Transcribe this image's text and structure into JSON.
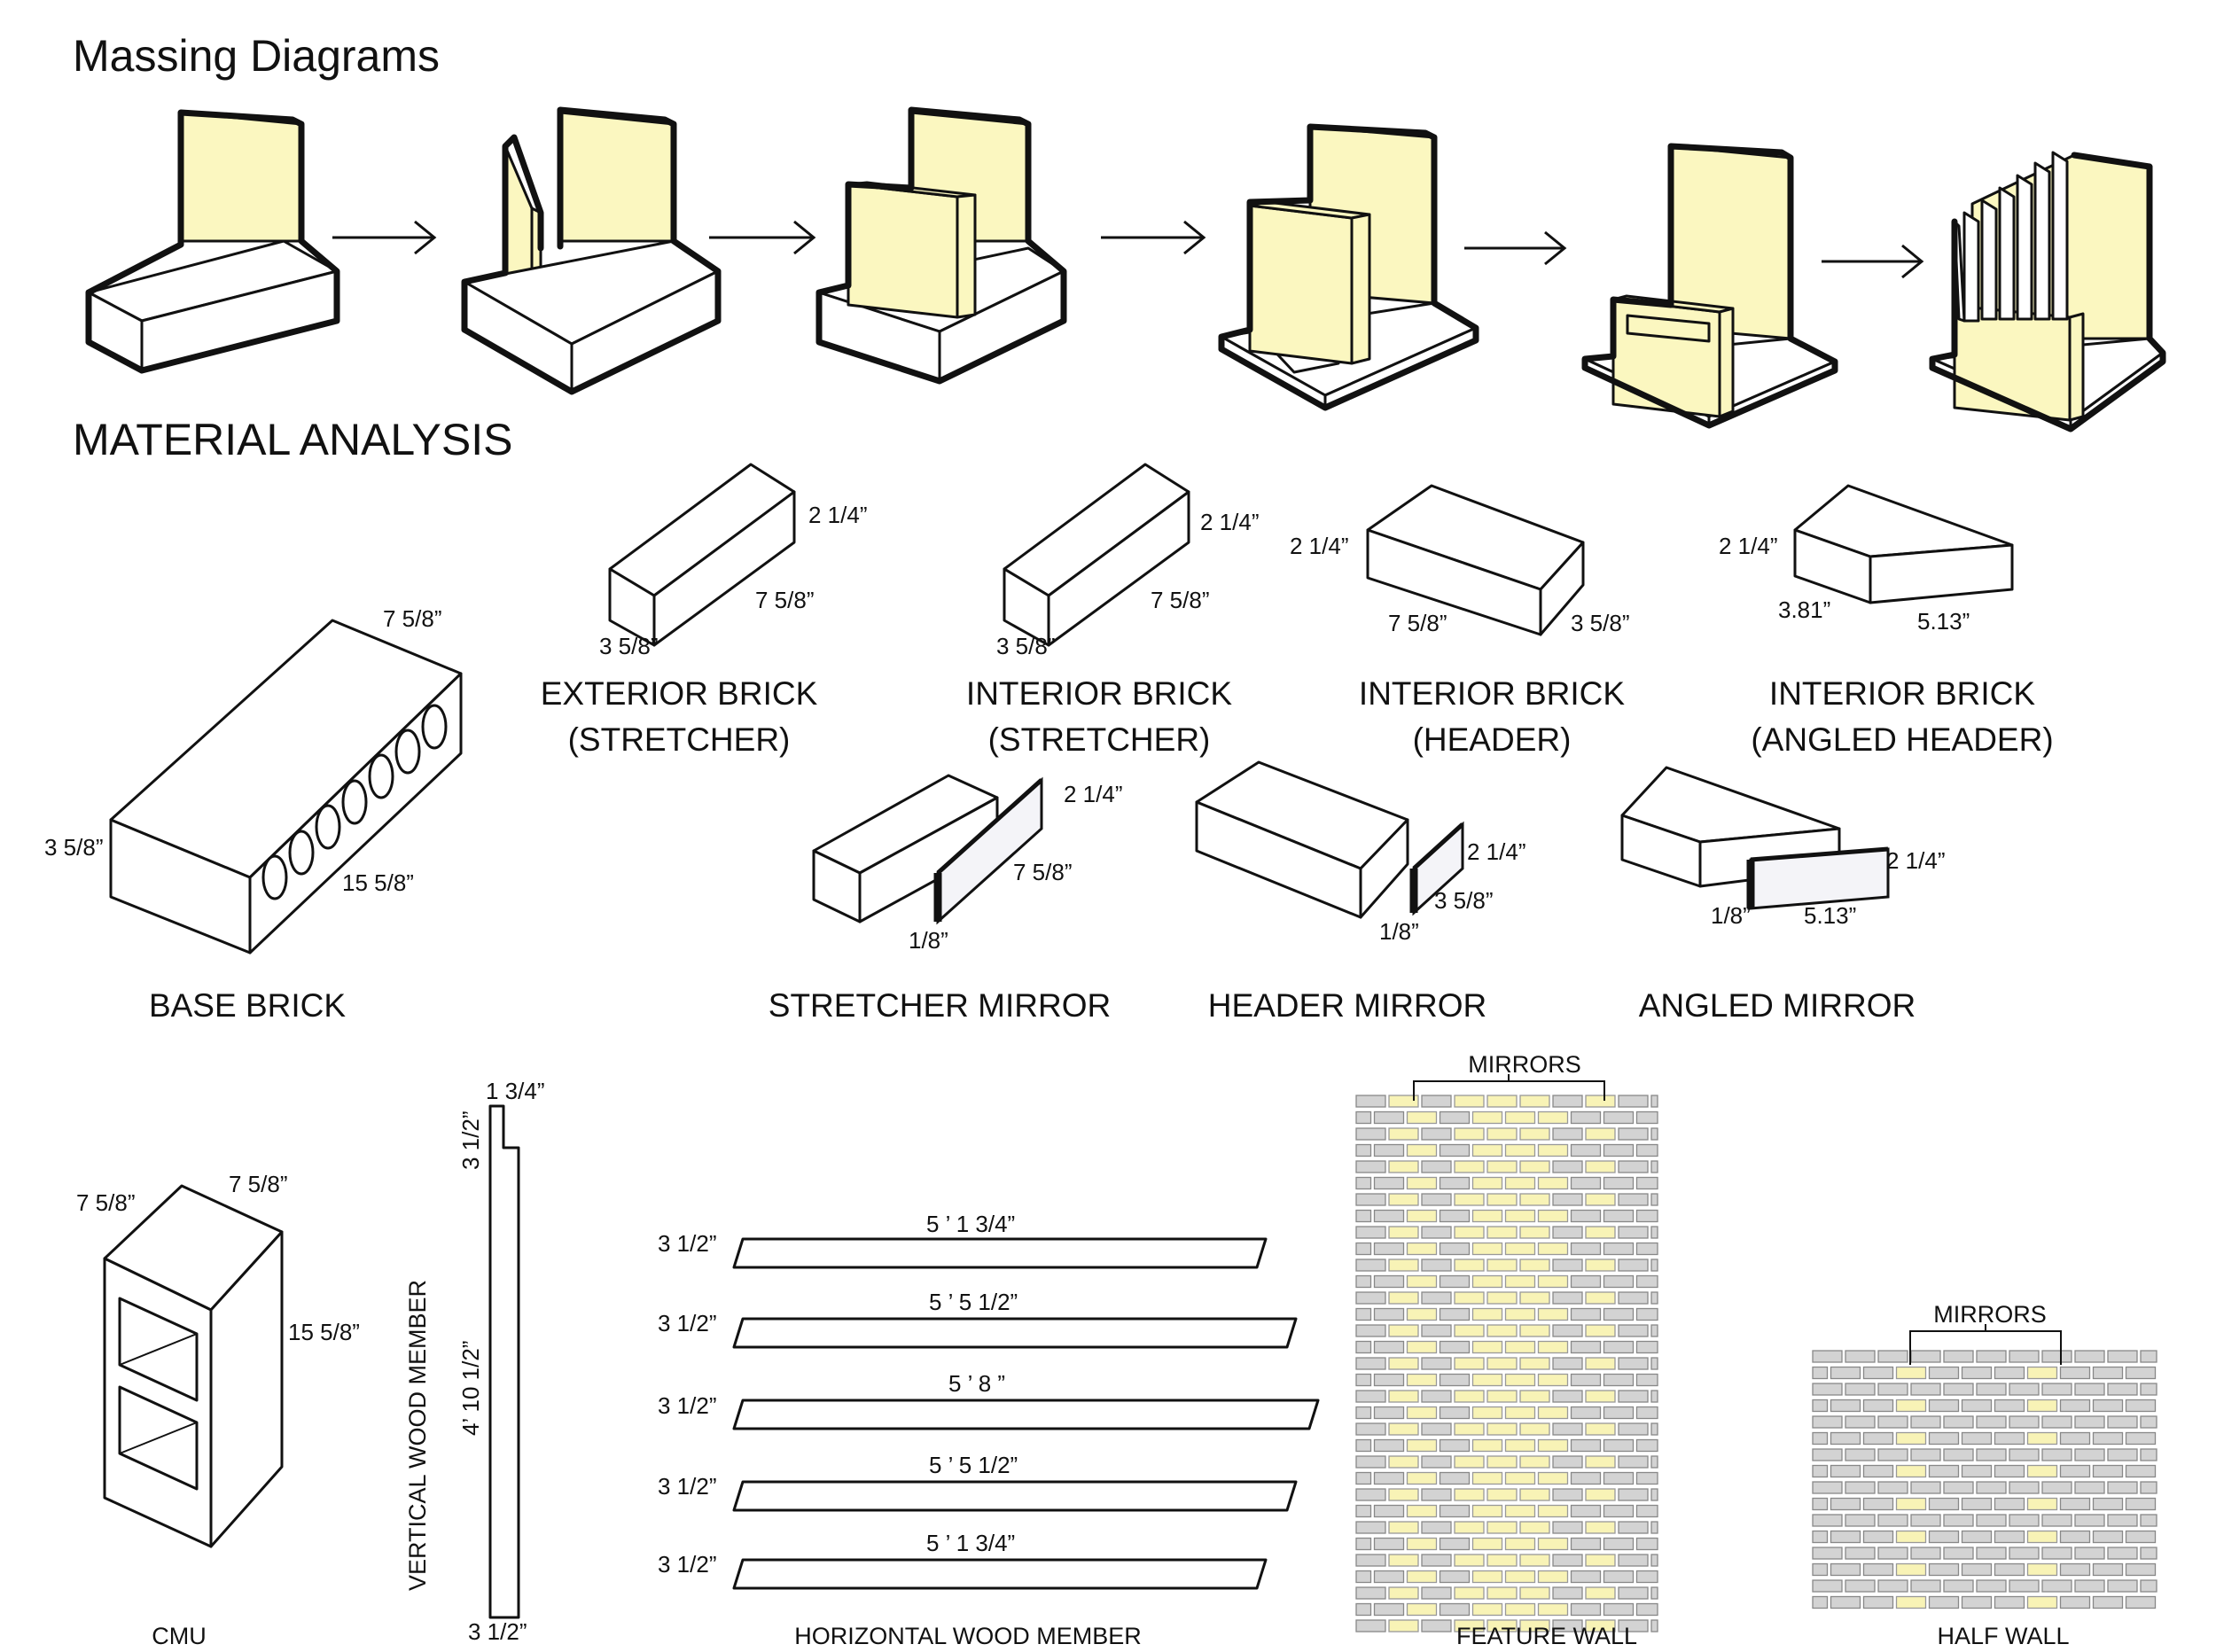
{
  "headings": {
    "massing": "Massing Diagrams",
    "material": "MATERIAL ANALYSIS"
  },
  "captions": {
    "exterior_stretcher": [
      "EXTERIOR BRICK",
      "(STRETCHER)"
    ],
    "interior_stretcher": [
      "INTERIOR BRICK",
      "(STRETCHER)"
    ],
    "interior_header": [
      "INTERIOR BRICK",
      "(HEADER)"
    ],
    "interior_angled": [
      "INTERIOR BRICK",
      "(ANGLED HEADER)"
    ],
    "base_brick": "BASE BRICK",
    "stretcher_mirror": "STRETCHER MIRROR",
    "header_mirror": "HEADER MIRROR",
    "angled_mirror": "ANGLED MIRROR",
    "cmu": "CMU",
    "vertical_wood": "VERTICAL WOOD MEMBER",
    "horizontal_wood": "HORIZONTAL WOOD MEMBER",
    "feature_wall": "FEATURE WALL",
    "half_wall": "HALF WALL",
    "mirrors": "MIRRORS"
  },
  "dims": {
    "ext_stretcher": {
      "h": "2 1/4”",
      "l": "7 5/8”",
      "w": "3 5/8”"
    },
    "int_stretcher": {
      "h": "2 1/4”",
      "l": "7 5/8”",
      "w": "3 5/8”"
    },
    "int_header": {
      "h": "2 1/4”",
      "l": "7 5/8”",
      "w": "3 5/8”"
    },
    "int_angled": {
      "h": "2 1/4”",
      "a": "3.81”",
      "b": "5.13”"
    },
    "base_brick": {
      "top": "7 5/8”",
      "side": "3 5/8”",
      "len": "15 5/8”"
    },
    "stretcher_mirror": {
      "h": "2 1/4”",
      "l": "7 5/8”",
      "t": "1/8”"
    },
    "header_mirror": {
      "h": "2 1/4”",
      "l": "3 5/8”",
      "t": "1/8”"
    },
    "angled_mirror": {
      "h": "2 1/4”",
      "l": "5.13”",
      "t": "1/8”"
    },
    "cmu": {
      "a": "7 5/8”",
      "b": "7 5/8”",
      "h": "15 5/8”"
    },
    "vertical_wood": {
      "top_w": "1 3/4”",
      "top_h": "3 1/2”",
      "len": "4’ 10 1/2”",
      "bottom": "3 1/2”"
    },
    "horizontal_wood": [
      {
        "len": "5 ’ 1 3/4”",
        "w": "3 1/2”"
      },
      {
        "len": "5 ’ 5 1/2”",
        "w": "3 1/2”"
      },
      {
        "len": "5 ’ 8 ”",
        "w": "3 1/2”"
      },
      {
        "len": "5 ’ 5 1/2”",
        "w": "3 1/2”"
      },
      {
        "len": "5 ’ 1 3/4”",
        "w": "3 1/2”"
      }
    ]
  },
  "colors": {
    "accent_yellow": "#fbf7c0",
    "brick_gray": "#d3d3d3",
    "outline": "#111111"
  }
}
